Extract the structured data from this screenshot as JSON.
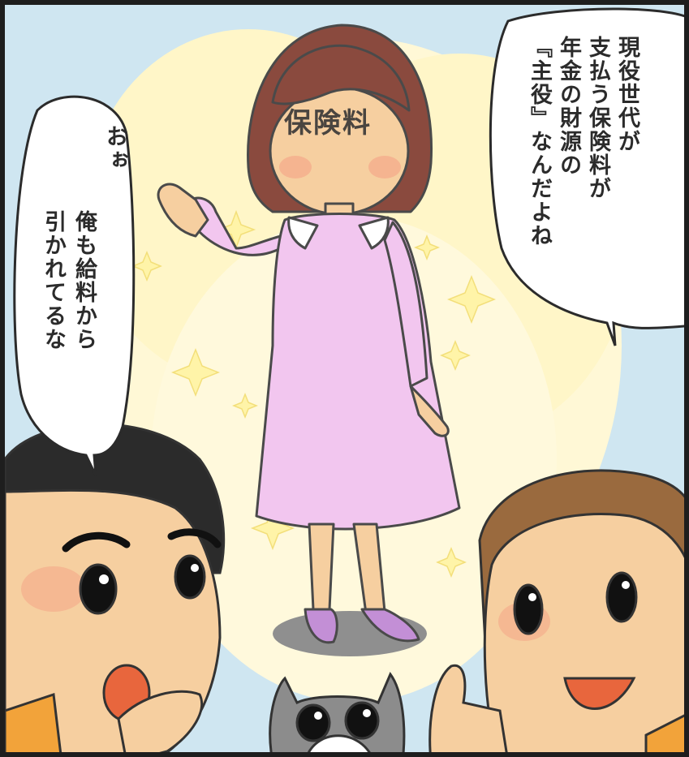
{
  "speech_right": {
    "lines": [
      "現役世代が",
      "支払う保険料が",
      "年金の財源の",
      "『主役』なんだよね"
    ]
  },
  "speech_left": {
    "exclaim": "おぉ",
    "lines": [
      "俺も給料から",
      "引かれてるな"
    ]
  },
  "forehead_label": "保険料",
  "colors": {
    "background_sky": "#cfe6f1",
    "glow": "#fff6c8",
    "dress": "#f2c6ef",
    "hair_woman": "#8a4a3e",
    "skin": "#f6cfa0",
    "shoes": "#c38fd6",
    "panel_border": "#1e1e1e"
  }
}
